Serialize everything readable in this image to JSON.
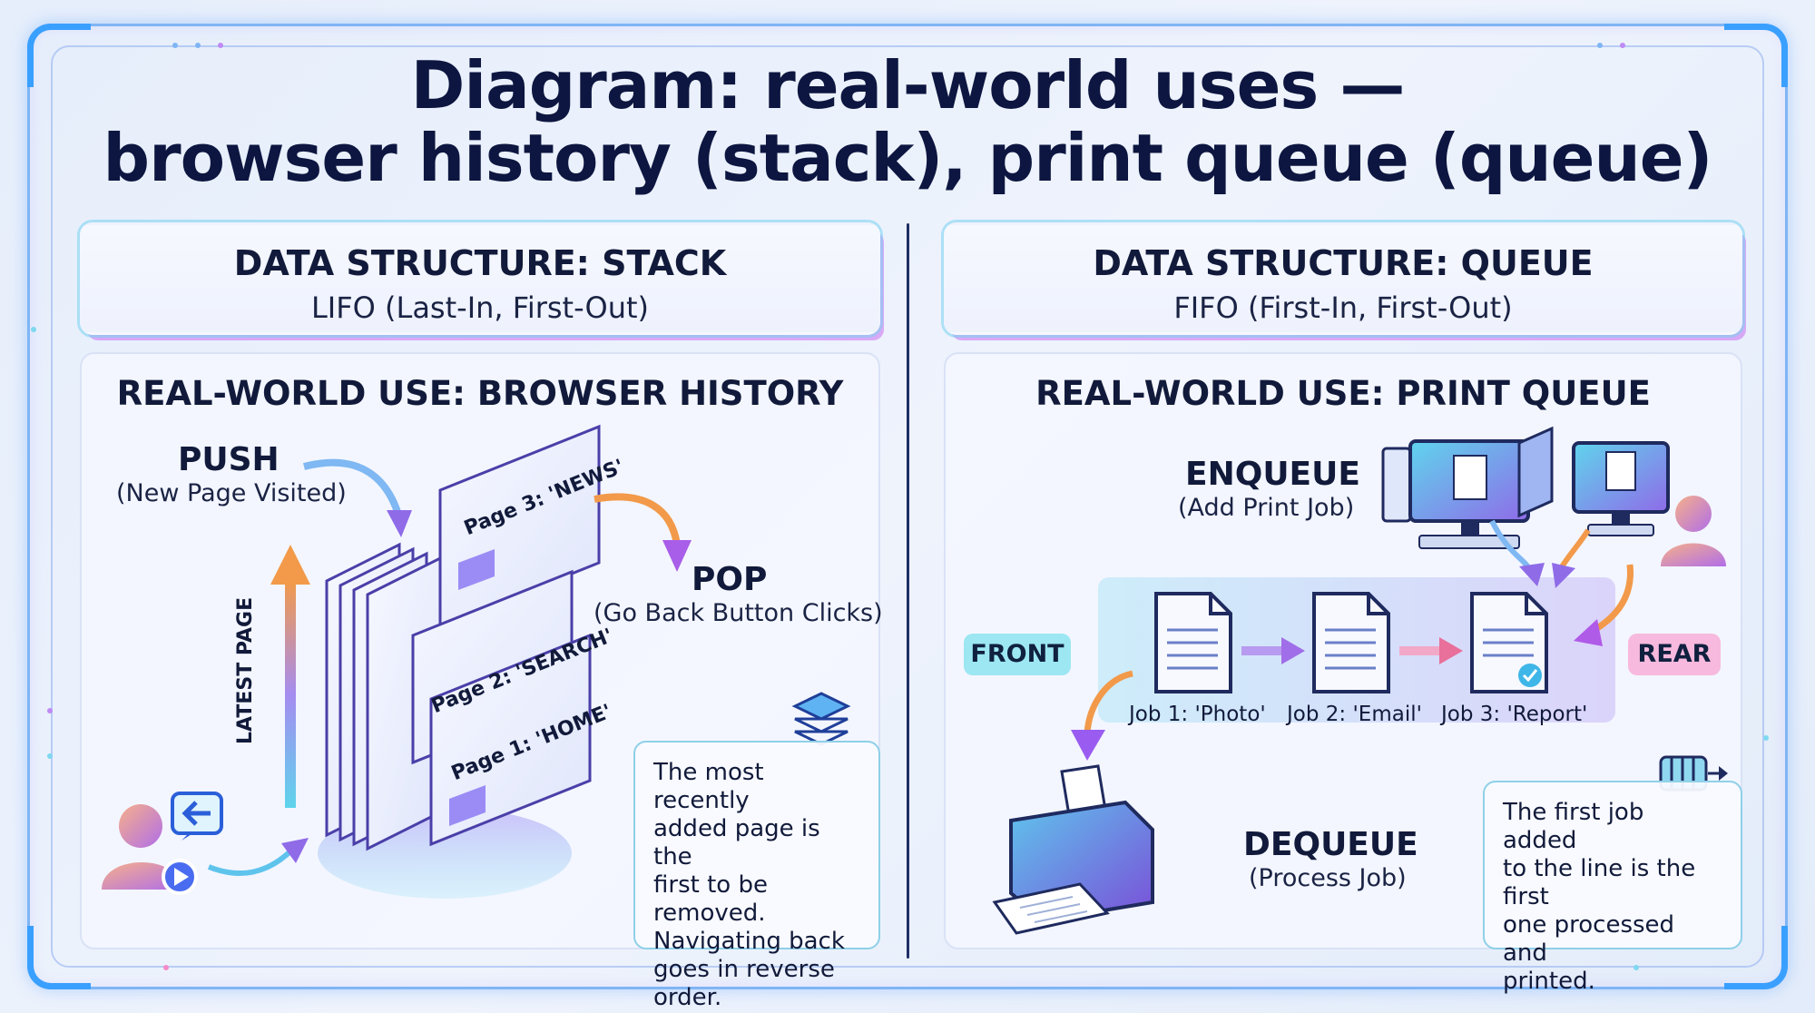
{
  "title": {
    "line1": "Diagram: real-world uses —",
    "line2": "browser history (stack), print queue (queue)"
  },
  "stack": {
    "header_title": "DATA STRUCTURE: STACK",
    "header_subtitle": "LIFO (Last-In, First-Out)",
    "panel_title": "REAL-WORLD USE: BROWSER HISTORY",
    "push_label": "PUSH",
    "push_sub": "(New Page Visited)",
    "pop_label": "POP",
    "pop_sub": "(Go Back Button Clicks)",
    "axis_label": "LATEST PAGE",
    "pages": [
      "Page 3: 'NEWS'",
      "Page 2: 'SEARCH'",
      "Page 1: 'HOME'"
    ],
    "note_lines": [
      "The most recently",
      "added page is the",
      "first to be removed.",
      "Navigating back",
      "goes in reverse",
      "order."
    ]
  },
  "queue": {
    "header_title": "DATA STRUCTURE: QUEUE",
    "header_subtitle": "FIFO (First-In, First-Out)",
    "panel_title": "REAL-WORLD USE: PRINT QUEUE",
    "enqueue_label": "ENQUEUE",
    "enqueue_sub": "(Add Print Job)",
    "dequeue_label": "DEQUEUE",
    "dequeue_sub": "(Process Job)",
    "front_tag": "FRONT",
    "rear_tag": "REAR",
    "jobs": [
      "Job 1: 'Photo'",
      "Job 2: 'Email'",
      "Job 3: 'Report'"
    ],
    "note_lines": [
      "The first job added",
      "to the line is the first",
      "one processed and",
      "printed."
    ]
  },
  "colors": {
    "title": "#0d1640",
    "accent_cyan": "#5fd4ec",
    "accent_purple": "#9a5cf0",
    "accent_orange": "#f29a4a",
    "front_tag": "#9ce7f2",
    "rear_tag": "#f7b9dd"
  },
  "icons": [
    "user-icon",
    "back-arrow-icon",
    "stack-layers-icon",
    "computer-icon",
    "printer-icon",
    "document-icon",
    "queue-icon",
    "checkmark-icon"
  ]
}
